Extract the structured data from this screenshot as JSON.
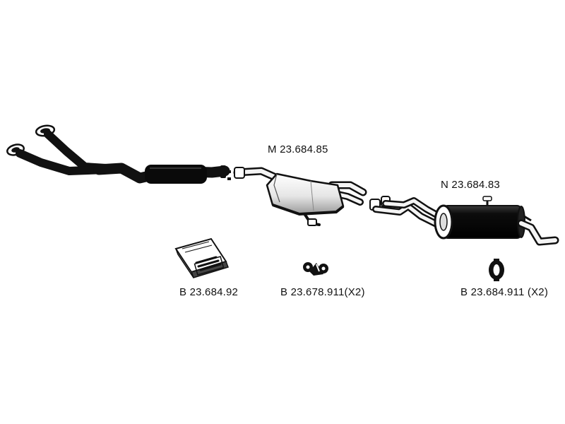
{
  "parts": {
    "middle_silencer": {
      "label": "M 23.684.85"
    },
    "rear_silencer": {
      "label": "N 23.684.83"
    },
    "mounting_kit": {
      "label": "B 23.684.92"
    },
    "rubber_mount_a": {
      "label": "B 23.678.911(X2)"
    },
    "rubber_mount_b": {
      "label": "B 23.684.911 (X2)"
    }
  },
  "colors": {
    "ink": "#111111",
    "background": "#ffffff",
    "metal_light": "#ffffff",
    "metal_shade": "#cfcfcf"
  }
}
